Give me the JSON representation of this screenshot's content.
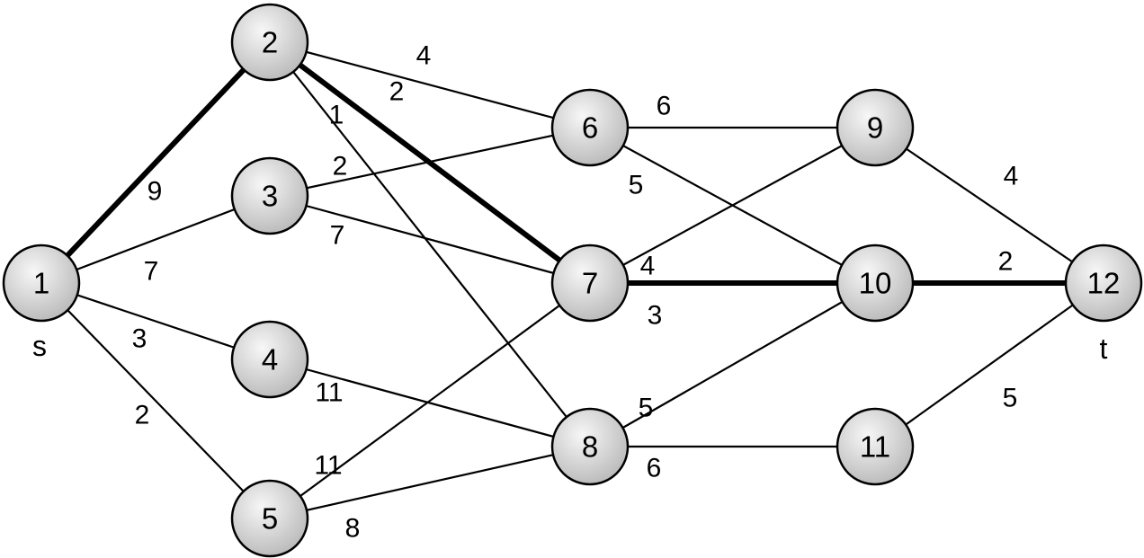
{
  "graph": {
    "nodes": [
      {
        "id": 1,
        "label": "1"
      },
      {
        "id": 2,
        "label": "2"
      },
      {
        "id": 3,
        "label": "3"
      },
      {
        "id": 4,
        "label": "4"
      },
      {
        "id": 5,
        "label": "5"
      },
      {
        "id": 6,
        "label": "6"
      },
      {
        "id": 7,
        "label": "7"
      },
      {
        "id": 8,
        "label": "8"
      },
      {
        "id": 9,
        "label": "9"
      },
      {
        "id": 10,
        "label": "10"
      },
      {
        "id": 11,
        "label": "11"
      },
      {
        "id": 12,
        "label": "12"
      }
    ],
    "edges": [
      {
        "from": 1,
        "to": 2,
        "weight": "9",
        "highlighted": true
      },
      {
        "from": 1,
        "to": 3,
        "weight": "7",
        "highlighted": false
      },
      {
        "from": 1,
        "to": 4,
        "weight": "3",
        "highlighted": false
      },
      {
        "from": 1,
        "to": 5,
        "weight": "2",
        "highlighted": false
      },
      {
        "from": 2,
        "to": 6,
        "weight": "4",
        "highlighted": false
      },
      {
        "from": 2,
        "to": 7,
        "weight": "2",
        "highlighted": true
      },
      {
        "from": 2,
        "to": 8,
        "weight": "1",
        "highlighted": false
      },
      {
        "from": 3,
        "to": 6,
        "weight": "2",
        "highlighted": false
      },
      {
        "from": 3,
        "to": 7,
        "weight": "7",
        "highlighted": false
      },
      {
        "from": 4,
        "to": 8,
        "weight": "11",
        "highlighted": false
      },
      {
        "from": 5,
        "to": 7,
        "weight": "11",
        "highlighted": false
      },
      {
        "from": 5,
        "to": 8,
        "weight": "8",
        "highlighted": false
      },
      {
        "from": 6,
        "to": 9,
        "weight": "6",
        "highlighted": false
      },
      {
        "from": 6,
        "to": 10,
        "weight": "5",
        "highlighted": false
      },
      {
        "from": 7,
        "to": 9,
        "weight": "4",
        "highlighted": false
      },
      {
        "from": 7,
        "to": 10,
        "weight": "3",
        "highlighted": true
      },
      {
        "from": 8,
        "to": 10,
        "weight": "5",
        "highlighted": false
      },
      {
        "from": 8,
        "to": 11,
        "weight": "6",
        "highlighted": false
      },
      {
        "from": 9,
        "to": 12,
        "weight": "4",
        "highlighted": false
      },
      {
        "from": 10,
        "to": 12,
        "weight": "2",
        "highlighted": true
      },
      {
        "from": 11,
        "to": 12,
        "weight": "5",
        "highlighted": false
      }
    ],
    "source_label": "s",
    "sink_label": "t"
  },
  "colors": {
    "node_fill_light": "#f7f7f7",
    "node_fill_dark": "#b8b8b8",
    "stroke": "#000000"
  }
}
